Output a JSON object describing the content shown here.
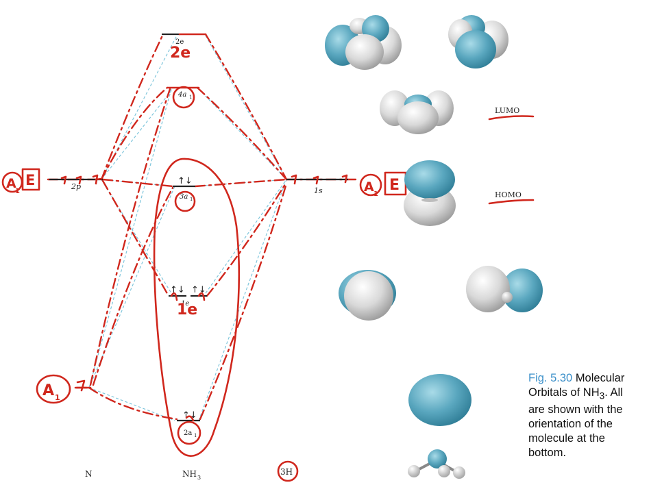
{
  "levels": {
    "n_2p": "2p",
    "h_1s": "1s",
    "mo_2e": "2e",
    "mo_4a1": "4a",
    "mo_3a1": "3a",
    "mo_1e": "1e",
    "mo_2a1": "2a",
    "sub1": "1"
  },
  "column_labels": {
    "n": "N",
    "nh3": "NH",
    "nh3_sub": "3",
    "h": "3H"
  },
  "orbital_labels": {
    "lumo": "LUMO",
    "homo": "HOMO"
  },
  "annotations": {
    "sym_a": "A",
    "sym_sub1": "1",
    "sym_e": "E",
    "sym_2e": "2e",
    "sym_1e": "1e",
    "sym_2a": "2a",
    "arrows_pair": "↑↓"
  },
  "caption": {
    "figure": "Fig. 5.30",
    "line1": "Molecular",
    "line2_pre": "Orbitals of NH",
    "line2_sub": "3",
    "line2_post": ". All",
    "line3": "are shown with the",
    "line4": "orientation of the",
    "line5": "molecule at the",
    "line6": "bottom."
  },
  "colors": {
    "ink": "#d0271d",
    "correlation": "#7fc6dc",
    "lobe_blue": "#5aa7bf",
    "lobe_gray": "#d9d9d9",
    "caption_accent": "#3a8fc9"
  }
}
